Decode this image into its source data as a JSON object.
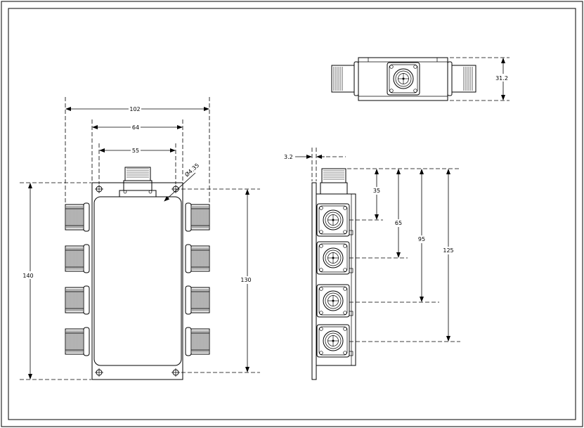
{
  "dimensions": {
    "front": {
      "width_outer": "102",
      "width_mid": "64",
      "width_inner": "55",
      "hole": "Ø4.35",
      "height_outer": "140",
      "height_inner": "130"
    },
    "side": {
      "thickness": "3.2",
      "offset_1": "35",
      "offset_2": "65",
      "offset_3": "95",
      "offset_4": "125"
    },
    "top": {
      "height": "31.2"
    }
  }
}
